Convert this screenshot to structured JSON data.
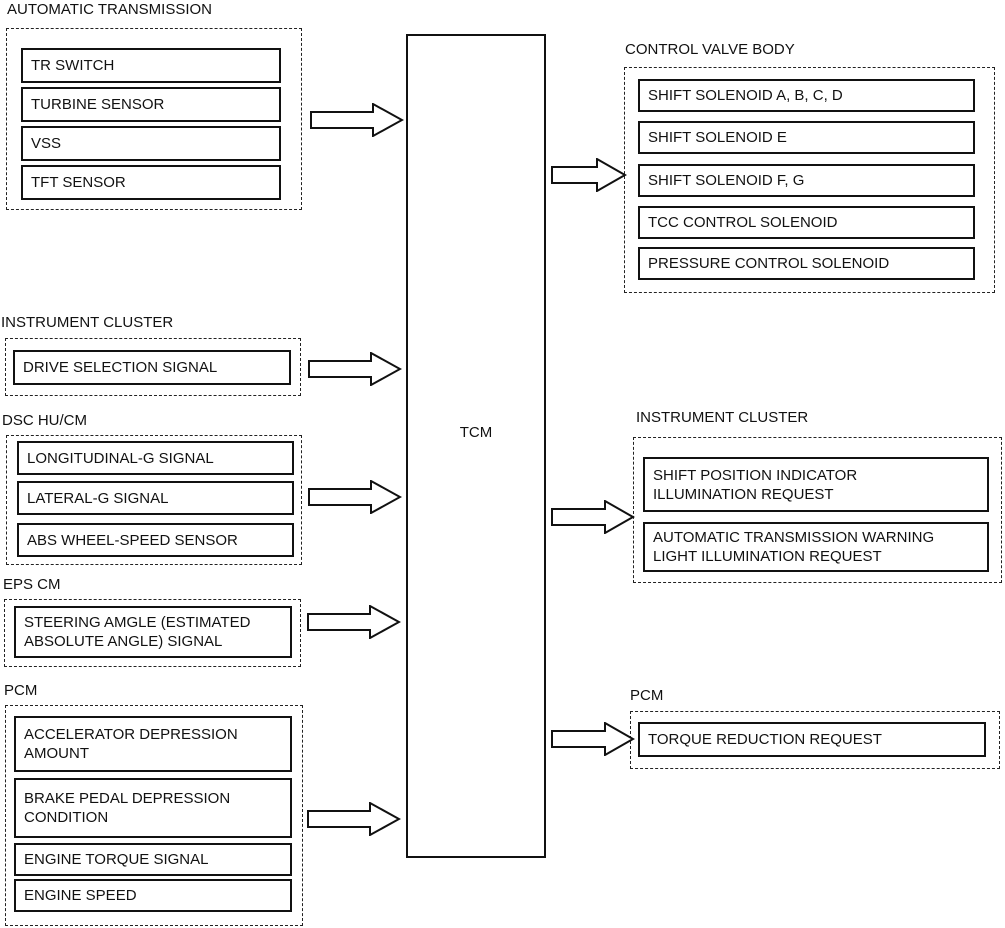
{
  "center": {
    "label": "TCM"
  },
  "inputs": {
    "automatic_transmission": {
      "title": "AUTOMATIC TRANSMISSION",
      "items": [
        "TR SWITCH",
        "TURBINE SENSOR",
        "VSS",
        "TFT SENSOR"
      ]
    },
    "instrument_cluster": {
      "title": "INSTRUMENT CLUSTER",
      "items": [
        "DRIVE SELECTION SIGNAL"
      ]
    },
    "dsc": {
      "title": "DSC HU/CM",
      "items": [
        "LONGITUDINAL-G SIGNAL",
        "LATERAL-G SIGNAL",
        "ABS WHEEL-SPEED SENSOR"
      ]
    },
    "eps": {
      "title": "EPS CM",
      "items": [
        "STEERING AMGLE (ESTIMATED\nABSOLUTE ANGLE) SIGNAL"
      ]
    },
    "pcm": {
      "title": "PCM",
      "items": [
        "ACCELERATOR DEPRESSION\nAMOUNT",
        "BRAKE PEDAL DEPRESSION\nCONDITION",
        "ENGINE TORQUE SIGNAL",
        "ENGINE SPEED"
      ]
    }
  },
  "outputs": {
    "control_valve_body": {
      "title": "CONTROL VALVE BODY",
      "items": [
        "SHIFT SOLENOID A, B, C, D",
        "SHIFT SOLENOID E",
        "SHIFT SOLENOID F, G",
        "TCC CONTROL SOLENOID",
        "PRESSURE CONTROL SOLENOID"
      ]
    },
    "instrument_cluster": {
      "title": "INSTRUMENT CLUSTER",
      "items": [
        "SHIFT POSITION INDICATOR\nILLUMINATION REQUEST",
        "AUTOMATIC TRANSMISSION WARNING\nLIGHT ILLUMINATION REQUEST"
      ]
    },
    "pcm": {
      "title": "PCM",
      "items": [
        "TORQUE REDUCTION REQUEST"
      ]
    }
  }
}
